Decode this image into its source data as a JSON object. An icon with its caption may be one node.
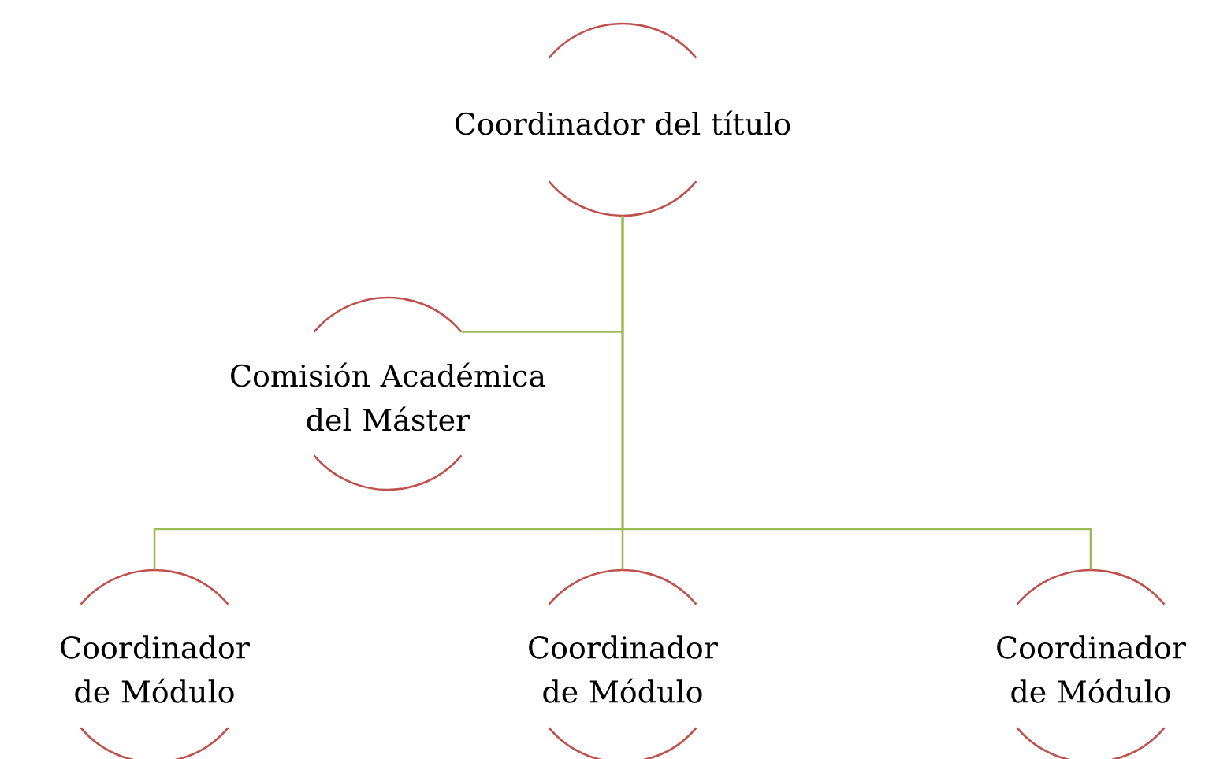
{
  "diagram": {
    "nodes": [
      {
        "text": [
          "Coordinador del título"
        ]
      },
      {
        "text": [
          "Comisión Académica del Máster"
        ]
      },
      {
        "text": [
          "Coordinador de Módulo"
        ]
      },
      {
        "text": [
          "Coordinador de Módulo"
        ]
      },
      {
        "text": [
          "Coordinador de Módulo"
        ]
      }
    ],
    "edges": [
      {
        "from": 0,
        "to": 1,
        "arrow": "none"
      },
      {
        "from": 0,
        "to": 2,
        "arrow": "none"
      },
      {
        "from": 0,
        "to": 3,
        "arrow": "none"
      },
      {
        "from": 0,
        "to": 4,
        "arrow": "none"
      }
    ]
  }
}
